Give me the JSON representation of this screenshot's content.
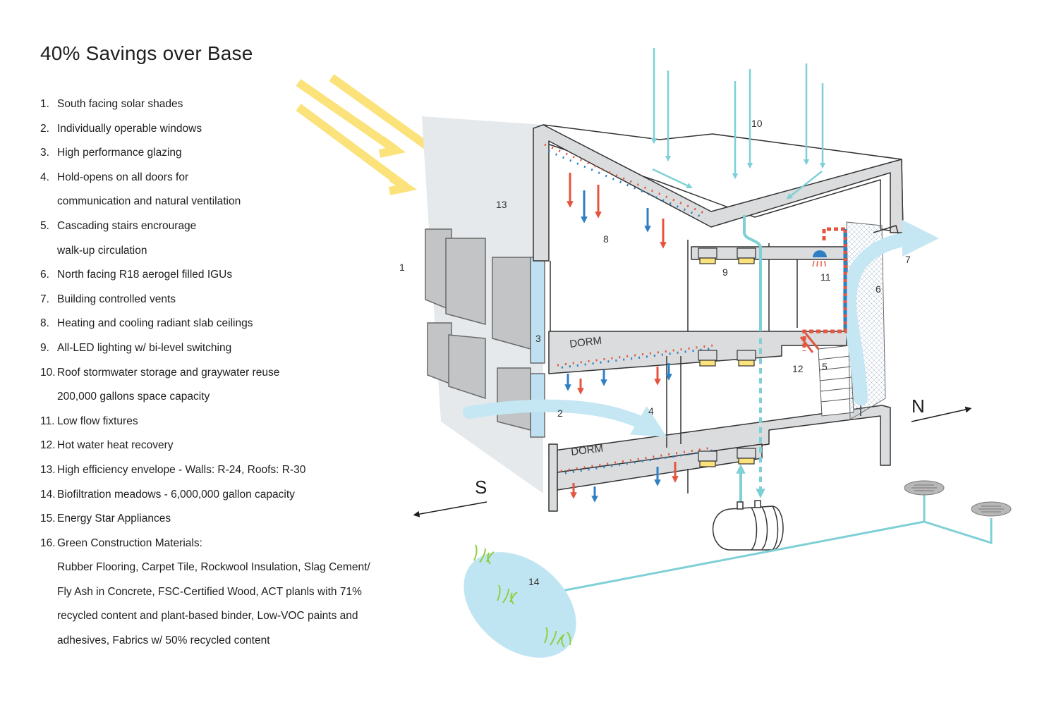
{
  "title": "40% Savings over Base",
  "legend": [
    {
      "num": "1.",
      "lines": [
        "South facing solar shades"
      ]
    },
    {
      "num": "2.",
      "lines": [
        "Individually operable windows"
      ]
    },
    {
      "num": "3.",
      "lines": [
        "High performance glazing"
      ]
    },
    {
      "num": "4.",
      "lines": [
        "Hold-opens on all doors for",
        "communication and natural ventilation"
      ]
    },
    {
      "num": "5.",
      "lines": [
        "Cascading stairs encrourage",
        "walk-up circulation"
      ]
    },
    {
      "num": "6.",
      "lines": [
        "North facing R18 aerogel filled IGUs"
      ]
    },
    {
      "num": "7.",
      "lines": [
        "Building controlled vents"
      ]
    },
    {
      "num": "8.",
      "lines": [
        "Heating and cooling radiant slab ceilings"
      ]
    },
    {
      "num": "9.",
      "lines": [
        "All-LED lighting w/ bi-level switching"
      ]
    },
    {
      "num": "10.",
      "lines": [
        "Roof stormwater storage and graywater reuse",
        "200,000 gallons space capacity"
      ]
    },
    {
      "num": "11.",
      "lines": [
        "Low flow fixtures"
      ]
    },
    {
      "num": "12.",
      "lines": [
        "Hot water heat recovery"
      ]
    },
    {
      "num": "13.",
      "lines": [
        "High efficiency envelope - Walls: R-24, Roofs: R-30"
      ]
    },
    {
      "num": "14.",
      "lines": [
        "Biofiltration meadows - 6,000,000 gallon capacity"
      ]
    },
    {
      "num": "15.",
      "lines": [
        "Energy Star Appliances"
      ]
    },
    {
      "num": "16.",
      "lines": [
        "Green Construction Materials:",
        "Rubber Flooring, Carpet Tile, Rockwool Insulation, Slag Cement/",
        "Fly Ash in Concrete, FSC-Certified Wood, ACT planls with 71%",
        "recycled content and plant-based binder, Low-VOC paints and",
        "adhesives, Fabrics w/ 50% recycled content"
      ]
    }
  ],
  "diagram": {
    "callouts": [
      "1",
      "2",
      "3",
      "4",
      "5",
      "6",
      "7",
      "8",
      "9",
      "10",
      "11",
      "12",
      "13",
      "14"
    ],
    "room_upper": "DORM",
    "room_lower": "DORM",
    "compass_south": "S",
    "compass_north": "N"
  },
  "colors": {
    "sun": "#fbe27a",
    "water": "#7fd0d6",
    "air": "#c5e6f3",
    "heat": "#e4553f",
    "cool": "#2f7fc4",
    "slab": "#dadcde",
    "shade": "#c2c4c6",
    "meadow": "#bfe5f2",
    "grass": "#8ecf3f"
  },
  "icons": [
    "sun-rays",
    "rain-arrows",
    "shower-icon",
    "storage-tank-icon",
    "drain-grate-icon",
    "grass-tuft-icon"
  ]
}
